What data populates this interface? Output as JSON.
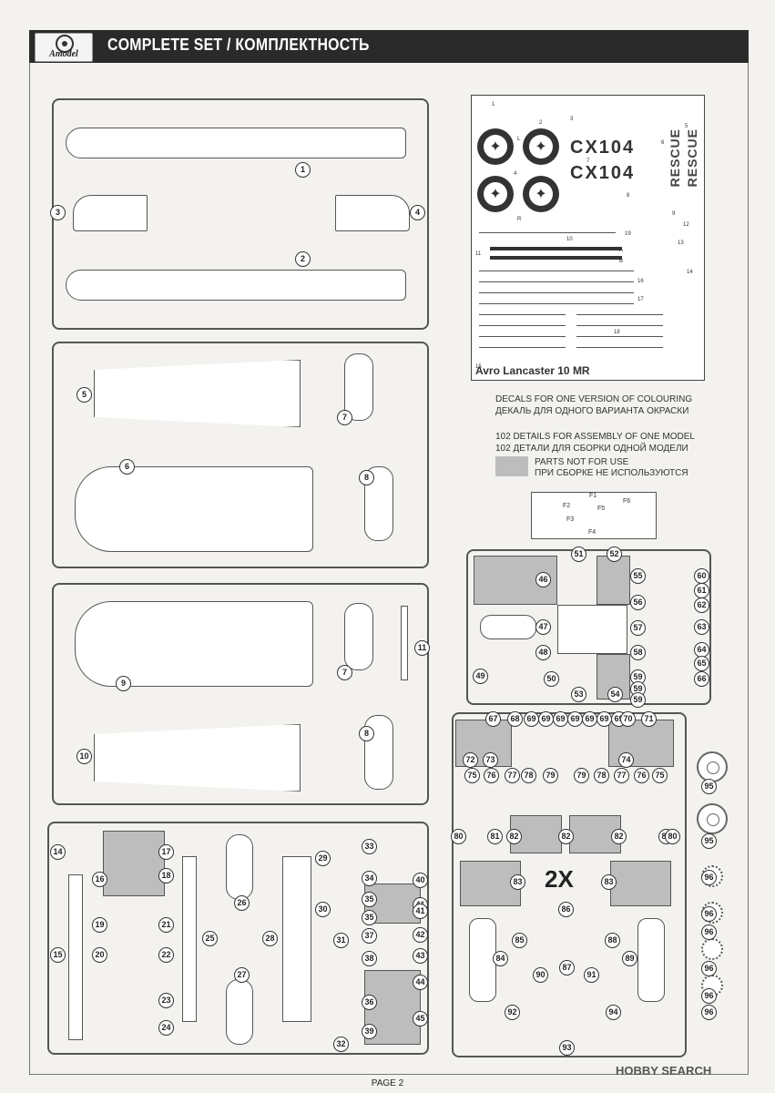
{
  "header": {
    "logo_text": "Amodel",
    "title": "COMPLETE SET / КОМПЛЕКТНОСТЬ"
  },
  "decal_sheet": {
    "registration": "CX104",
    "rescue_text": "RESCUE",
    "caption": "Avro Lancaster 10 MR",
    "markers": [
      "1",
      "2",
      "3",
      "4",
      "5",
      "6",
      "7",
      "8",
      "9",
      "10",
      "11",
      "12",
      "13",
      "14",
      "15",
      "16",
      "17",
      "18",
      "19"
    ],
    "small_labels": [
      "L",
      "R",
      "A",
      "B"
    ]
  },
  "notes": {
    "decals_en": "DECALS FOR ONE VERSION OF COLOURING",
    "decals_ru": "ДЕКАЛЬ ДЛЯ ОДНОГО ВАРИАНТА ОКРАСКИ",
    "details_en": "102 DETAILS FOR ASSEMBLY OF ONE MODEL",
    "details_ru": "102 ДЕТАЛИ ДЛЯ СБОРКИ ОДНОЙ МОДЕЛИ",
    "legend_en": "PARTS NOT FOR USE",
    "legend_ru": "ПРИ СБОРКЕ НЕ ИСПОЛЬЗУЮТСЯ"
  },
  "photo_etch_labels": [
    "F1",
    "F2",
    "F3",
    "F4",
    "F5",
    "F6"
  ],
  "multiplier": "2X",
  "page_number": "PAGE 2",
  "watermark": "HOBBY SEARCH",
  "part_numbers": [
    "1",
    "2",
    "3",
    "4",
    "5",
    "6",
    "7",
    "7",
    "8",
    "8",
    "9",
    "10",
    "11",
    "14",
    "15",
    "16",
    "17",
    "18",
    "19",
    "20",
    "21",
    "22",
    "23",
    "24",
    "25",
    "26",
    "27",
    "28",
    "29",
    "30",
    "31",
    "32",
    "33",
    "34",
    "35",
    "35",
    "36",
    "37",
    "38",
    "39",
    "40",
    "41",
    "41",
    "42",
    "43",
    "44",
    "45",
    "46",
    "47",
    "48",
    "49",
    "50",
    "51",
    "52",
    "53",
    "54",
    "55",
    "56",
    "57",
    "58",
    "59",
    "59",
    "59",
    "60",
    "61",
    "62",
    "63",
    "64",
    "65",
    "66",
    "67",
    "68",
    "69",
    "69",
    "69",
    "69",
    "69",
    "69",
    "69",
    "70",
    "71",
    "72",
    "73",
    "74",
    "75",
    "76",
    "77",
    "78",
    "79",
    "79",
    "78",
    "77",
    "76",
    "75",
    "80",
    "81",
    "82",
    "82",
    "82",
    "81",
    "80",
    "83",
    "83",
    "84",
    "85",
    "86",
    "87",
    "88",
    "89",
    "90",
    "91",
    "92",
    "93",
    "94",
    "95",
    "95",
    "96",
    "96",
    "96",
    "96",
    "96",
    "96"
  ]
}
